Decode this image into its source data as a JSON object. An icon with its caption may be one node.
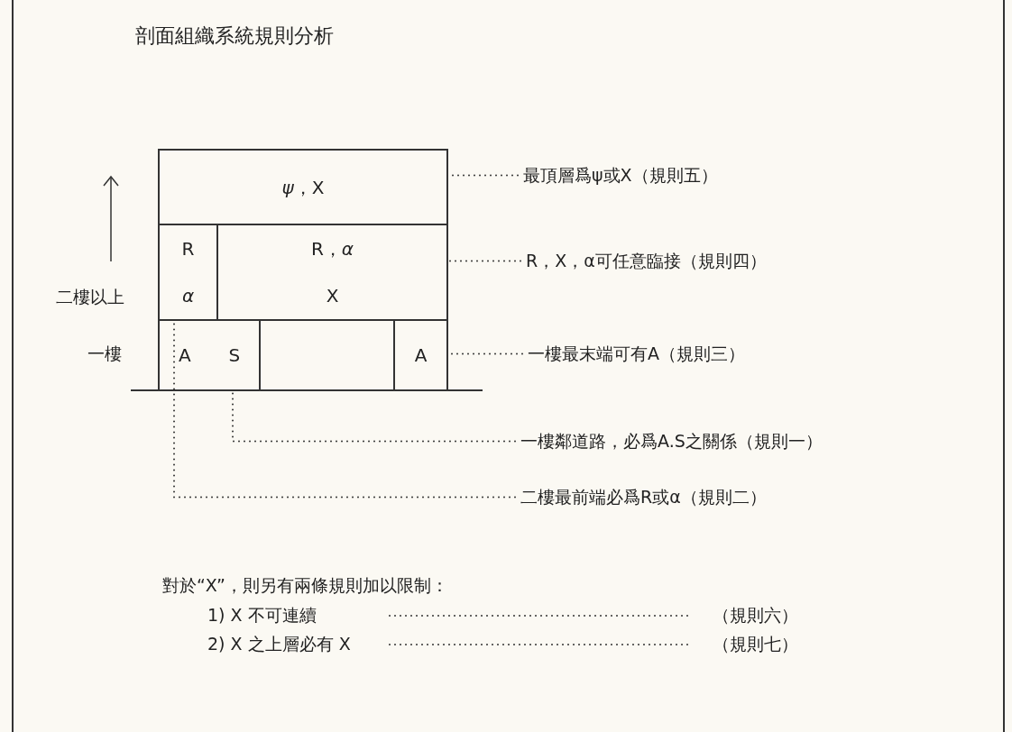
{
  "diagram": {
    "title": "剖面組織系統規則分析",
    "nodes": [
      {
        "text": [
          "*ψ*，X"
        ]
      },
      {
        "text": [
          "R",
          "α"
        ]
      },
      {
        "text": [
          "R，*α*",
          "X"
        ]
      },
      {
        "text": [
          "A",
          "S"
        ]
      },
      {
        "text": [
          "A"
        ]
      },
      {
        "text": [
          "最頂層爲ψ或X（規則五）"
        ]
      },
      {
        "text": [
          "R，X，α可任意臨接（規則四）"
        ]
      },
      {
        "text": [
          "一樓最末端可有A（規則三）"
        ]
      },
      {
        "text": [
          "一樓鄰道路，必爲A.S之關係（規則一）"
        ]
      },
      {
        "text": [
          "二樓最前端必爲R或α（規則二）"
        ]
      }
    ],
    "edges": [
      {
        "from": 5,
        "to": 0,
        "arrow": "none",
        "style": "dashed"
      },
      {
        "from": 6,
        "to": 2,
        "arrow": "none",
        "style": "dashed"
      },
      {
        "from": 7,
        "to": 4,
        "arrow": "none",
        "style": "dashed"
      },
      {
        "from": 8,
        "to": 3,
        "arrow": "none",
        "style": "dashed"
      },
      {
        "from": 9,
        "to": 1,
        "arrow": "none",
        "style": "dashed"
      }
    ],
    "labels": [
      "二樓以上",
      "一樓",
      "對於“X”，則另有兩條規則加以限制：",
      "1) X 不可連續",
      "（規則六）",
      "2) X 之上層必有 X",
      "（規則七）"
    ]
  }
}
